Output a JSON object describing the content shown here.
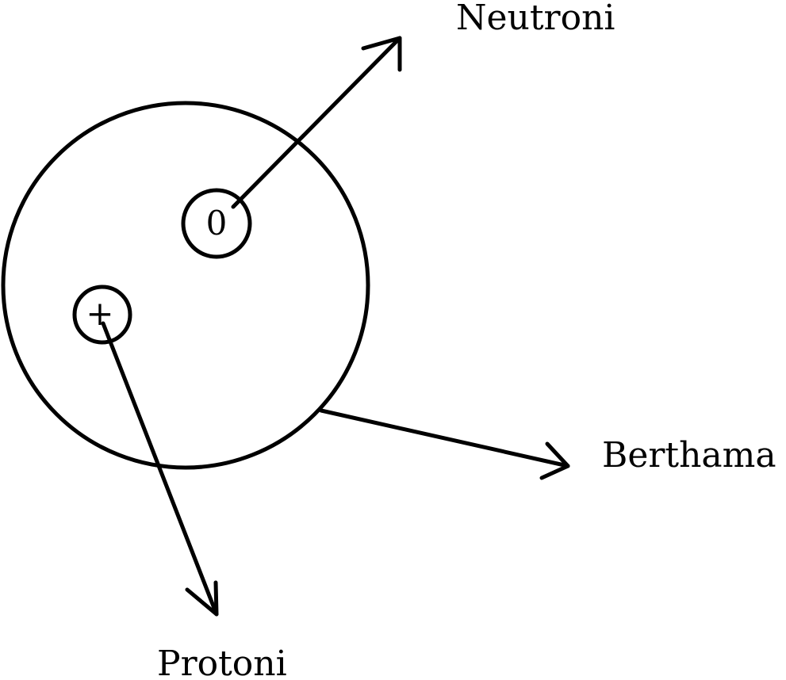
{
  "diagram": {
    "labels": {
      "neutron": "Neutroni",
      "proton": "Protoni",
      "nucleus": "Berthama"
    },
    "particles": {
      "neutron_symbol": "0",
      "proton_symbol": "+"
    }
  }
}
